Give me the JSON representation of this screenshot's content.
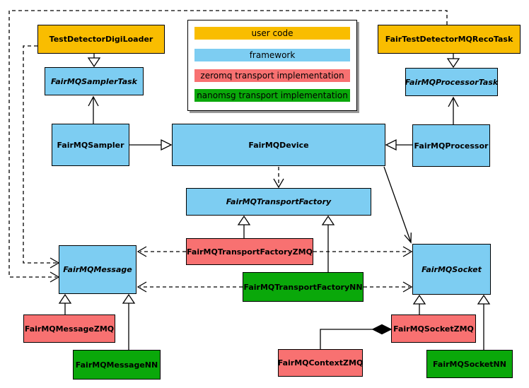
{
  "legend": {
    "items": [
      {
        "label": "user code",
        "color": "#F9BD00"
      },
      {
        "label": "framework",
        "color": "#7DCDF2"
      },
      {
        "label": "zeromq transport implementation",
        "color": "#F87171"
      },
      {
        "label": "nanomsg transport implementation",
        "color": "#0AA80A"
      }
    ]
  },
  "nodes": [
    {
      "label": "TestDetectorDigiLoader",
      "category": "user code",
      "abstract": false
    },
    {
      "label": "FairTestDetectorMQRecoTask",
      "category": "user code",
      "abstract": false
    },
    {
      "label": "FairMQSamplerTask",
      "category": "framework",
      "abstract": true
    },
    {
      "label": "FairMQProcessorTask",
      "category": "framework",
      "abstract": true
    },
    {
      "label": "FairMQSampler",
      "category": "framework",
      "abstract": false
    },
    {
      "label": "FairMQDevice",
      "category": "framework",
      "abstract": false
    },
    {
      "label": "FairMQProcessor",
      "category": "framework",
      "abstract": false
    },
    {
      "label": "FairMQTransportFactory",
      "category": "framework",
      "abstract": true
    },
    {
      "label": "FairMQTransportFactoryZMQ",
      "category": "zeromq transport implementation",
      "abstract": false
    },
    {
      "label": "FairMQTransportFactoryNN",
      "category": "nanomsg transport implementation",
      "abstract": false
    },
    {
      "label": "FairMQMessage",
      "category": "framework",
      "abstract": true
    },
    {
      "label": "FairMQSocket",
      "category": "framework",
      "abstract": true
    },
    {
      "label": "FairMQMessageZMQ",
      "category": "zeromq transport implementation",
      "abstract": false
    },
    {
      "label": "FairMQMessageNN",
      "category": "nanomsg transport implementation",
      "abstract": false
    },
    {
      "label": "FairMQSocketZMQ",
      "category": "zeromq transport implementation",
      "abstract": false
    },
    {
      "label": "FairMQSocketNN",
      "category": "nanomsg transport implementation",
      "abstract": false
    },
    {
      "label": "FairMQContextZMQ",
      "category": "zeromq transport implementation",
      "abstract": false
    }
  ],
  "edges": [
    {
      "from": "TestDetectorDigiLoader",
      "to": "FairMQSamplerTask",
      "type": "generalization"
    },
    {
      "from": "FairTestDetectorMQRecoTask",
      "to": "FairMQProcessorTask",
      "type": "generalization"
    },
    {
      "from": "FairMQSampler",
      "to": "FairMQDevice",
      "type": "generalization"
    },
    {
      "from": "FairMQProcessor",
      "to": "FairMQDevice",
      "type": "generalization"
    },
    {
      "from": "FairMQSampler",
      "to": "FairMQSamplerTask",
      "type": "association"
    },
    {
      "from": "FairMQProcessor",
      "to": "FairMQProcessorTask",
      "type": "association"
    },
    {
      "from": "FairMQDevice",
      "to": "FairMQSocket",
      "type": "association"
    },
    {
      "from": "FairMQDevice",
      "to": "FairMQTransportFactory",
      "type": "dependency"
    },
    {
      "from": "FairMQTransportFactoryZMQ",
      "to": "FairMQTransportFactory",
      "type": "generalization"
    },
    {
      "from": "FairMQTransportFactoryNN",
      "to": "FairMQTransportFactory",
      "type": "generalization"
    },
    {
      "from": "FairMQTransportFactoryZMQ",
      "to": "FairMQMessage",
      "type": "dependency"
    },
    {
      "from": "FairMQTransportFactoryZMQ",
      "to": "FairMQSocket",
      "type": "dependency"
    },
    {
      "from": "FairMQTransportFactoryNN",
      "to": "FairMQMessage",
      "type": "dependency"
    },
    {
      "from": "FairMQTransportFactoryNN",
      "to": "FairMQSocket",
      "type": "dependency"
    },
    {
      "from": "FairMQMessageZMQ",
      "to": "FairMQMessage",
      "type": "generalization"
    },
    {
      "from": "FairMQMessageNN",
      "to": "FairMQMessage",
      "type": "generalization"
    },
    {
      "from": "FairMQSocketZMQ",
      "to": "FairMQSocket",
      "type": "generalization"
    },
    {
      "from": "FairMQSocketNN",
      "to": "FairMQSocket",
      "type": "generalization"
    },
    {
      "from": "TestDetectorDigiLoader",
      "to": "FairMQMessage",
      "type": "dependency"
    },
    {
      "from": "FairTestDetectorMQRecoTask",
      "to": "FairMQMessage",
      "type": "dependency"
    },
    {
      "from": "FairMQSocketZMQ",
      "to": "FairMQContextZMQ",
      "type": "composition"
    }
  ]
}
